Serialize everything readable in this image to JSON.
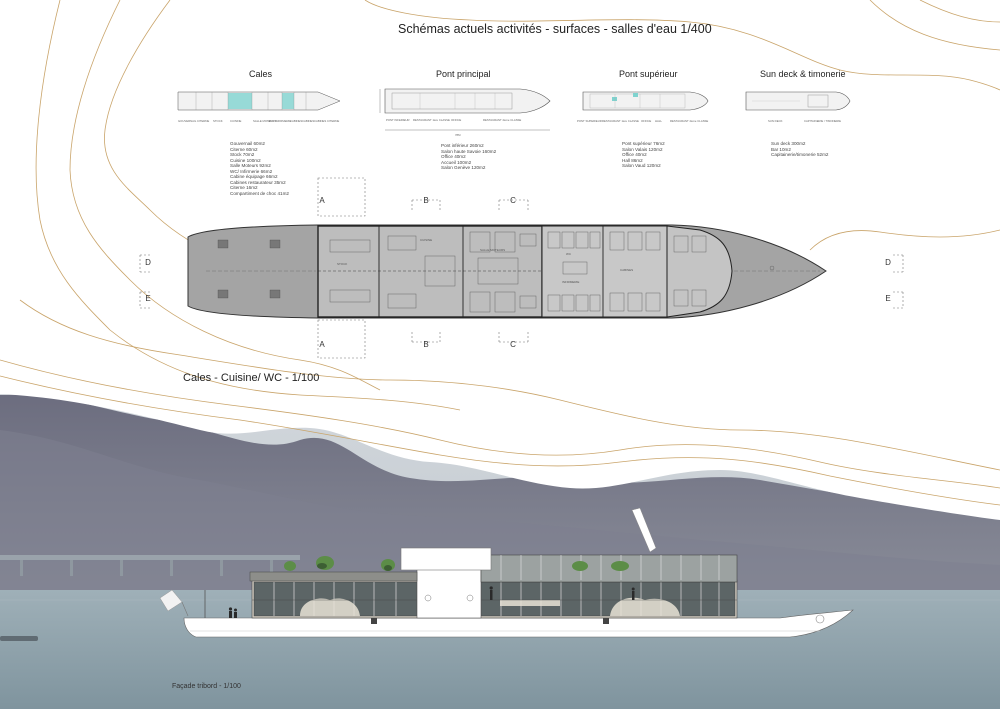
{
  "title": "Schémas actuels activités - surfaces  - salles d'eau 1/400",
  "decks": [
    {
      "id": "cales",
      "title": "Cales",
      "plan_labels": [
        "GOUVERNAIL",
        "CITERNE",
        "STOCK",
        "CUISINE",
        "SALLE MOTEURS",
        "WC / INFIRMERIE",
        "CABINES",
        "CABINES",
        "CABINES",
        "CITERNE"
      ],
      "areas": [
        "Gouvernail 60m2",
        "Citerne 60m2",
        "Stock 70m2",
        "Cuisine 100m2",
        "Salle Moteurs 92m2",
        "WC/ Infirmerie 66m2",
        "Cabine équipage 66m2",
        "Cabines restaurateur 35m2",
        "Citerne 16m2",
        "Compartiment de choc 41m2"
      ]
    },
    {
      "id": "pont-principal",
      "title": "Pont principal",
      "plan_labels": [
        "PONT INFERIEUR",
        "RESTAURANT 1ère CLASSE",
        "OFFICE",
        "RESTAURANT 2ème CLASSE"
      ],
      "dimension_label": "78M",
      "areas": [
        "Pont inférieur 260m2",
        "Salon haute Savoie 160m2",
        "Office 40m2",
        "Accueil 100m2",
        "Salon Genève 120m2"
      ]
    },
    {
      "id": "pont-superieur",
      "title": "Pont supérieur",
      "plan_labels": [
        "PONT SUPERIEUR",
        "RESTAURANT 1ère CLASSE",
        "OFFICE",
        "HALL",
        "RESTAURANT 2ème CLASSE"
      ],
      "areas": [
        "Pont supérieur 76m2",
        "Salon Valais 120m2",
        "Office 40m2",
        "Hall 86m2",
        "Salon Vaud 120m2"
      ]
    },
    {
      "id": "sun-deck",
      "title": "Sun deck & timonerie",
      "plan_labels": [
        "SUN DECK",
        "CAPITAINERIE / TIMONERIE"
      ],
      "areas": [
        "Sun deck 300m2",
        "Bar 10m2",
        "Capitainerie/timonerie 52m2"
      ]
    }
  ],
  "plan": {
    "section_marks_top": [
      "A",
      "B",
      "C"
    ],
    "section_marks_bottom": [
      "A",
      "B",
      "C"
    ],
    "section_marks_left": [
      "D",
      "E"
    ],
    "section_marks_right": [
      "D",
      "E"
    ],
    "room_labels": [
      "STOCK",
      "CUISINE",
      "SALLE MOTEURS",
      "WC",
      "INFIRMERIE",
      "CABINES"
    ]
  },
  "section_title": "Cales - Cuisine/ WC - 1/100",
  "elevation_caption": "Façade tribord - 1/100",
  "colors": {
    "background": "#ffffff",
    "contour_lines": "#c9a46a",
    "hull_gray": "#a4a4a4",
    "hull_outline": "#333333",
    "wet_room_accent": "#7fd3cf",
    "lake": "#8fa3ad",
    "mountains": "#6f7080",
    "sky_haze": "#c5ccd2",
    "ship_hull": "#ffffff",
    "glazing": "#5c6566",
    "greenery": "#5c8d47"
  }
}
